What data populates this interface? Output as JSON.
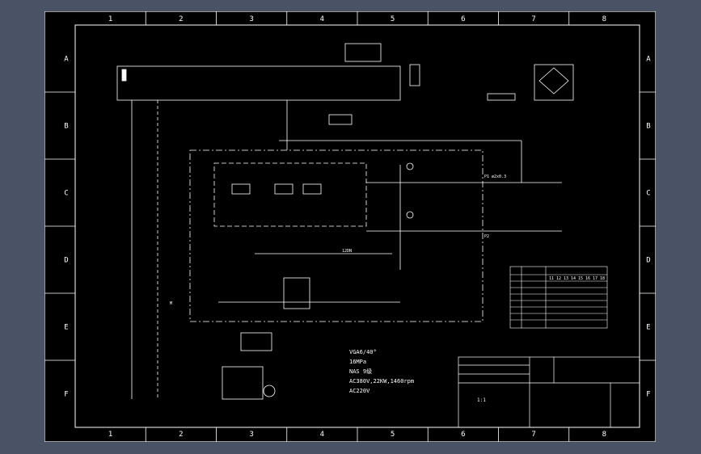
{
  "border": {
    "columns": [
      "1",
      "2",
      "3",
      "4",
      "5",
      "6",
      "7",
      "8"
    ],
    "rows": [
      "A",
      "B",
      "C",
      "D",
      "E",
      "F"
    ]
  },
  "labels": {
    "pump_model": "VGA6/40°",
    "pressure": "16MPa",
    "cleanliness": "NAS 9级",
    "motor": "AC380V,22KW,1460rpm",
    "heater": "AC220V",
    "valve_label": "12DN",
    "p1": "P1 ø2x0.3",
    "p2": "P2",
    "scale": "1:1",
    "m_tag": "M"
  },
  "spec_table": {
    "columns": [
      "11",
      "12",
      "13",
      "14",
      "15",
      "16",
      "17",
      "18"
    ]
  },
  "colors": {
    "viewer_bg": "#4a5366",
    "sheet_bg": "#000000",
    "line": "#ffffff",
    "grid_text": "#ffffff"
  }
}
